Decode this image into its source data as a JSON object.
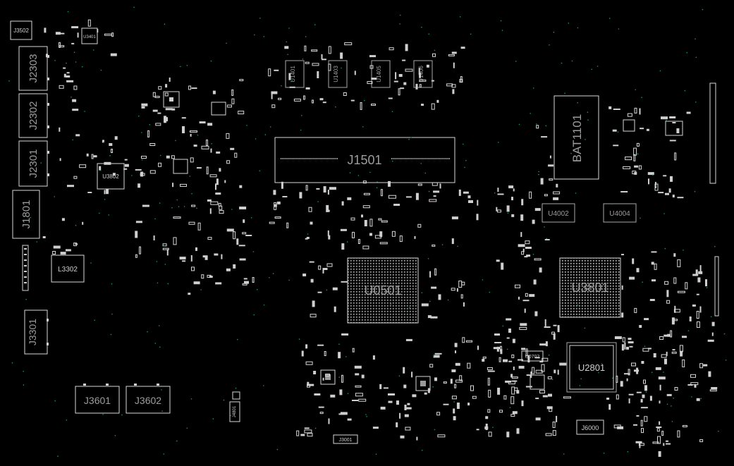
{
  "board": {
    "background": "#000000",
    "outline_color": "#d8d8d8",
    "via_color": "#1f8f7a"
  },
  "labels": {
    "J3502": "J3502",
    "J2303": "J2303",
    "J2302": "J2302",
    "J2301": "J2301",
    "J1801": "J1801",
    "L3302": "L3302",
    "J3301": "J3301",
    "J3601": "J3601",
    "J3602": "J3602",
    "U3401": "U3401",
    "U3802": "U3802",
    "U1401": "U1401",
    "U1403": "U1403",
    "U1405": "U1405",
    "U1406": "U1406",
    "J1501": "J1501",
    "BAT1101": "BAT1101",
    "U4002": "U4002",
    "U4004": "U4004",
    "U0501": "U0501",
    "U3801": "U3801",
    "U2801": "U2801",
    "U0702": "U0702",
    "J6000": "J6000",
    "J3001": "J3001",
    "J4801": "J4801"
  }
}
